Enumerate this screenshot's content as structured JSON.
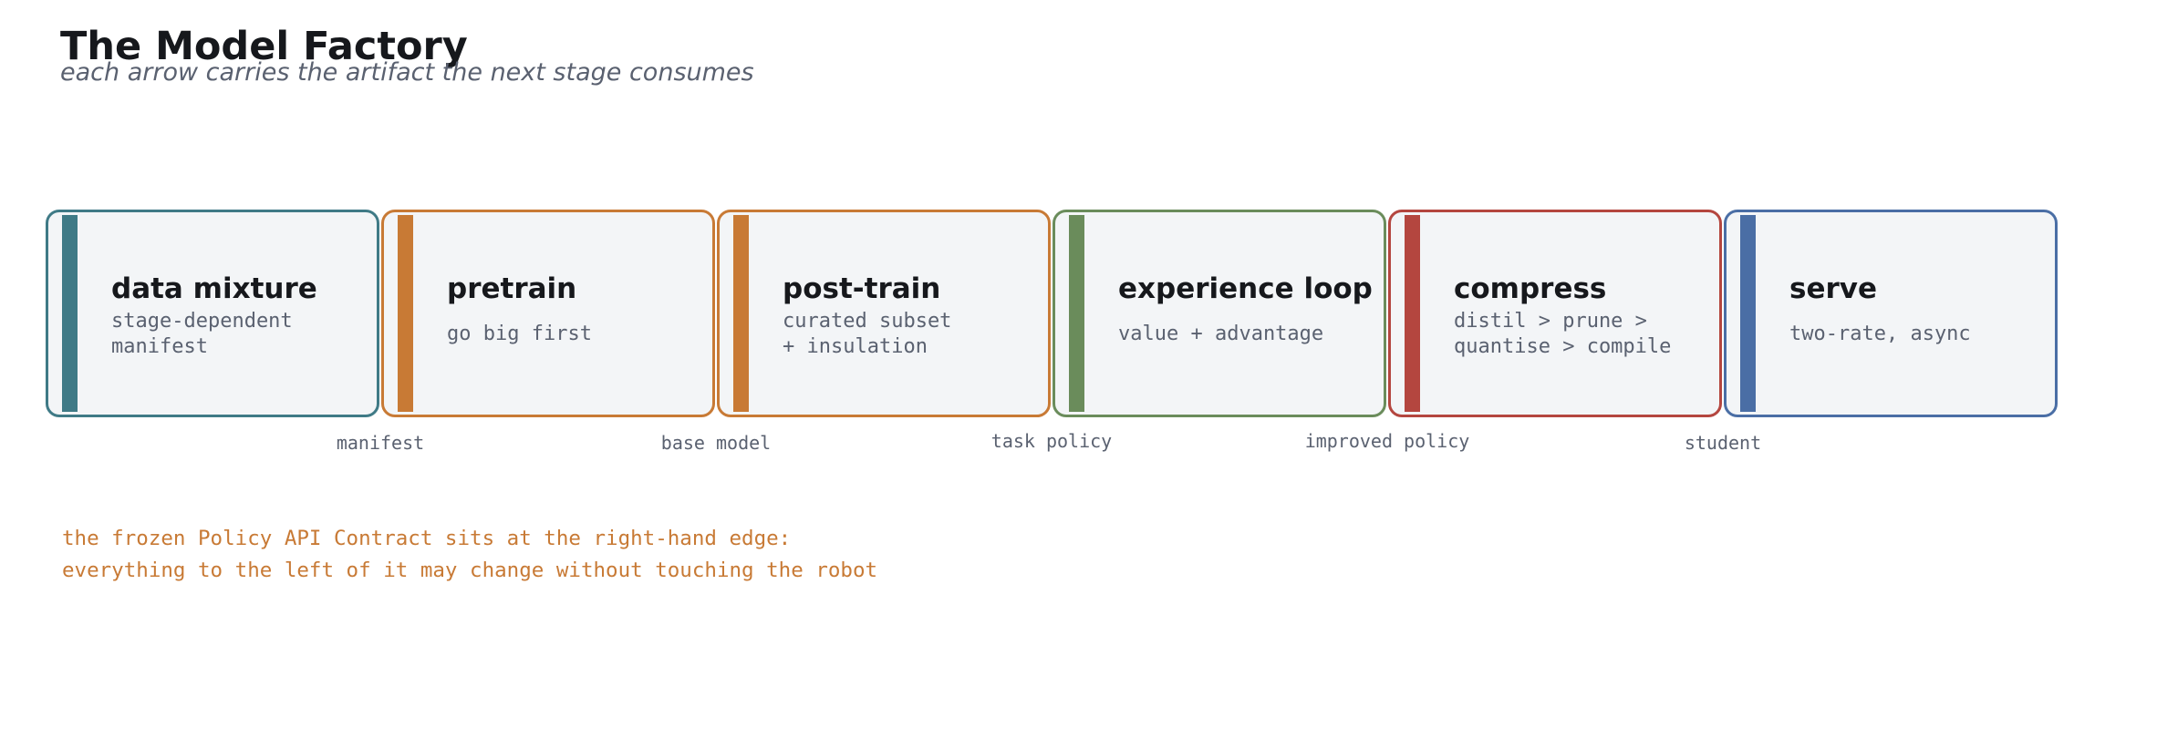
{
  "title": "The Model Factory",
  "subtitle": "each arrow carries the artifact the next stage consumes",
  "colors": {
    "teal": "#3f7a86",
    "orange": "#c87a35",
    "green": "#6a8c5b",
    "red": "#b4463f",
    "blue": "#4a6ea5",
    "card_fill": "#f3f5f7",
    "title_text": "#16181c",
    "muted_text": "#5a6170"
  },
  "stages": [
    {
      "title": "data mixture",
      "desc": "stage-dependent\nmanifest",
      "color": "#3f7a86"
    },
    {
      "title": "pretrain",
      "desc": "go big first",
      "color": "#c87a35"
    },
    {
      "title": "post-train",
      "desc": "curated subset\n+ insulation",
      "color": "#c87a35"
    },
    {
      "title": "experience loop",
      "desc": "value + advantage",
      "color": "#6a8c5b"
    },
    {
      "title": "compress",
      "desc": "distil > prune >\nquantise > compile",
      "color": "#b4463f"
    },
    {
      "title": "serve",
      "desc": "two-rate, async",
      "color": "#4a6ea5"
    }
  ],
  "artifacts": [
    "manifest",
    "base model",
    "task policy",
    "improved policy",
    "student"
  ],
  "footnote": {
    "line1": "the frozen Policy API Contract sits at the right-hand edge:",
    "line2": "everything to the left of it may change without touching the robot"
  }
}
